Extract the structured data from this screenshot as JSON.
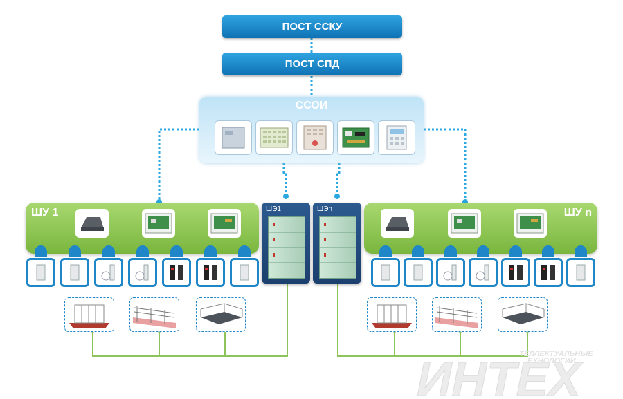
{
  "posts": {
    "sscu": "ПОСТ ССКУ",
    "spd": "ПОСТ СПД"
  },
  "ssoi": {
    "title": "ССОИ",
    "devices": [
      "controller-cabinet-icon",
      "keypad-panel-icon",
      "indicator-panel-icon",
      "pcb-module-icon",
      "control-terminal-icon"
    ]
  },
  "shu_left": {
    "title": "ШУ 1"
  },
  "shu_right": {
    "title": "ШУ n"
  },
  "she_left": {
    "label": "ШЭ1"
  },
  "she_right": {
    "label": "ШЭn"
  },
  "logo": {
    "main": "ИНТЕХ",
    "tag_line1": "ТЕЛЛЕКТУАЛЬНЫЕ",
    "tag_line2": "ЕХНОЛОГИИ"
  },
  "colors": {
    "blue": "#1f86c7",
    "green": "#7ab63e",
    "dark_blue": "#1b3f6e"
  }
}
